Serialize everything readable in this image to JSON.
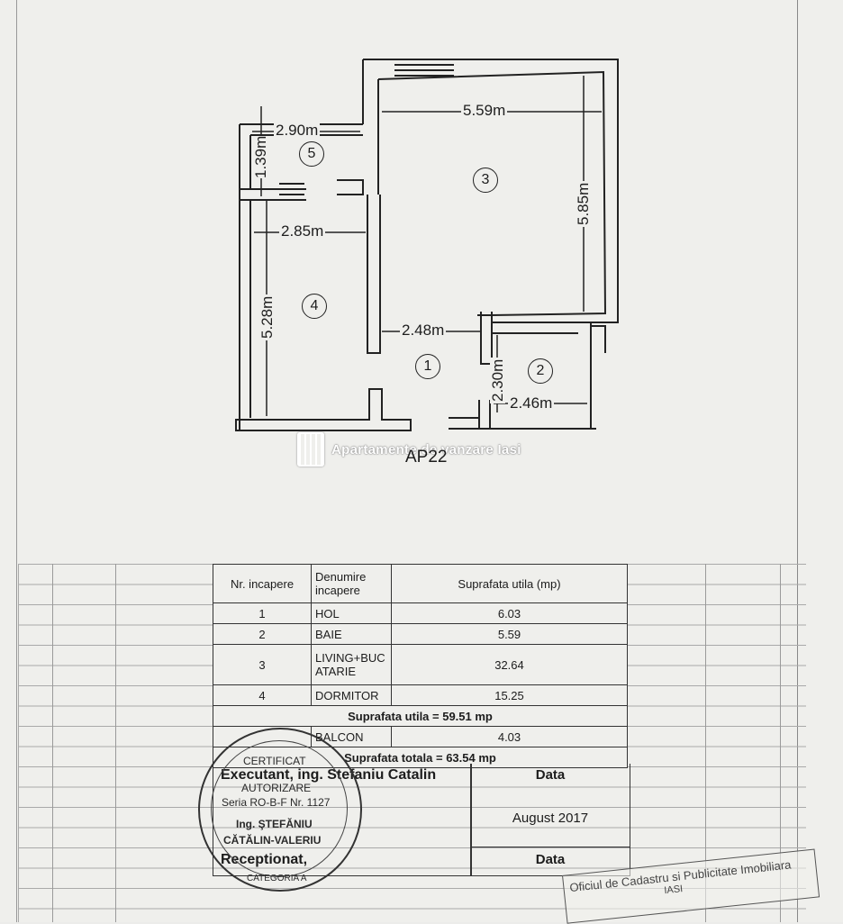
{
  "plan": {
    "apartment_label": "AP22",
    "watermark_text": "Apartamente de vanzare Iasi",
    "dimensions": {
      "d290": "2.90m",
      "d139": "1.39m",
      "d559": "5.59m",
      "d585": "5.85m",
      "d285": "2.85m",
      "d528": "5.28m",
      "d248": "2.48m",
      "d230": "2.30m",
      "d246": "2.46m"
    },
    "room_numbers": [
      "1",
      "2",
      "3",
      "4",
      "5"
    ]
  },
  "table": {
    "headers": {
      "nr": "Nr. incapere",
      "denumire": "Denumire incapere",
      "suprafata": "Suprafata utila (mp)"
    },
    "rows": [
      {
        "nr": "1",
        "name": "HOL",
        "area": "6.03"
      },
      {
        "nr": "2",
        "name": "BAIE",
        "area": "5.59"
      },
      {
        "nr": "3",
        "name": "LIVING+BUCATARIE",
        "area": "32.64"
      },
      {
        "nr": "4",
        "name": "DORMITOR",
        "area": "15.25"
      }
    ],
    "suprafata_utila": "Suprafata utila = 59.51 mp",
    "balcon": {
      "name": "BALCON",
      "area": "4.03"
    },
    "suprafata_totala": "Suprafata totala = 63.54 mp"
  },
  "signatures": {
    "executant": "Executant, ing. Stefaniu Catalin",
    "receptionat": "Receptionat,",
    "data_header_1": "Data",
    "data_value_1": "August 2017",
    "data_header_2": "Data"
  },
  "stamp": {
    "line1": "CERTIFICAT",
    "line2": "AUTORIZARE",
    "line3": "Seria RO-B-F Nr. 1127",
    "line4": "Ing. ŞTEFĂNIU",
    "line5": "CĂTĂLIN-VALERIU",
    "category": "CATEGORIA A"
  },
  "oficiu": {
    "line1": "Oficiul de Cadastru si Publicitate Imobiliara",
    "line2": "IASI"
  }
}
